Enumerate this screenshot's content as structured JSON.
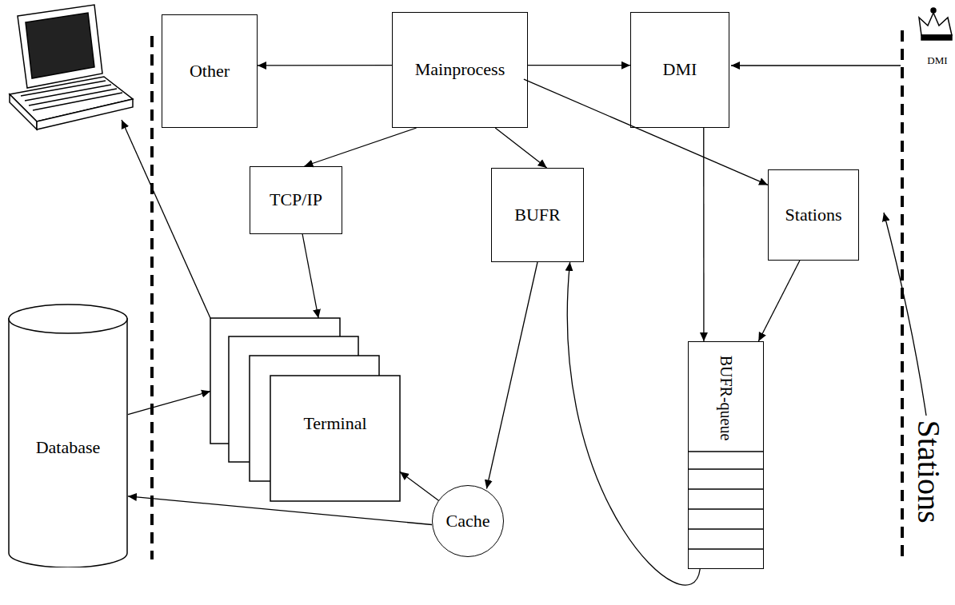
{
  "diagram": {
    "nodes": [
      {
        "text": [
          "Other"
        ]
      },
      {
        "text": [
          "Mainprocess"
        ]
      },
      {
        "text": [
          "DMI"
        ]
      },
      {
        "text": [
          "TCP/IP"
        ]
      },
      {
        "text": [
          "BUFR"
        ]
      },
      {
        "text": [
          "Stations"
        ]
      },
      {
        "text": [
          "Terminal"
        ]
      },
      {
        "text": [
          "Database"
        ]
      },
      {
        "text": [
          "Cache"
        ]
      },
      {
        "text": [
          "BUFR-queue"
        ]
      }
    ],
    "edges": [
      {
        "from": 1,
        "to": 0,
        "arrow": "to"
      },
      {
        "from": 1,
        "to": 2,
        "arrow": "to"
      },
      {
        "from": 1,
        "to": 3,
        "arrow": "to"
      },
      {
        "from": 1,
        "to": 4,
        "arrow": "to"
      },
      {
        "from": 1,
        "to": 5,
        "arrow": "to"
      },
      {
        "from": 3,
        "to": 6,
        "arrow": "to"
      },
      {
        "from": 4,
        "to": 8,
        "arrow": "to"
      },
      {
        "from": 8,
        "to": 6,
        "arrow": "to"
      },
      {
        "from": 8,
        "to": 7,
        "arrow": "to"
      },
      {
        "from": 7,
        "to": 6,
        "arrow": "to"
      },
      {
        "from": 2,
        "to": 9,
        "arrow": "to"
      },
      {
        "from": 5,
        "to": 9,
        "arrow": "to"
      },
      {
        "from": 9,
        "to": 4,
        "arrow": "to"
      }
    ],
    "labels": [
      "DMI",
      "Stations"
    ]
  }
}
